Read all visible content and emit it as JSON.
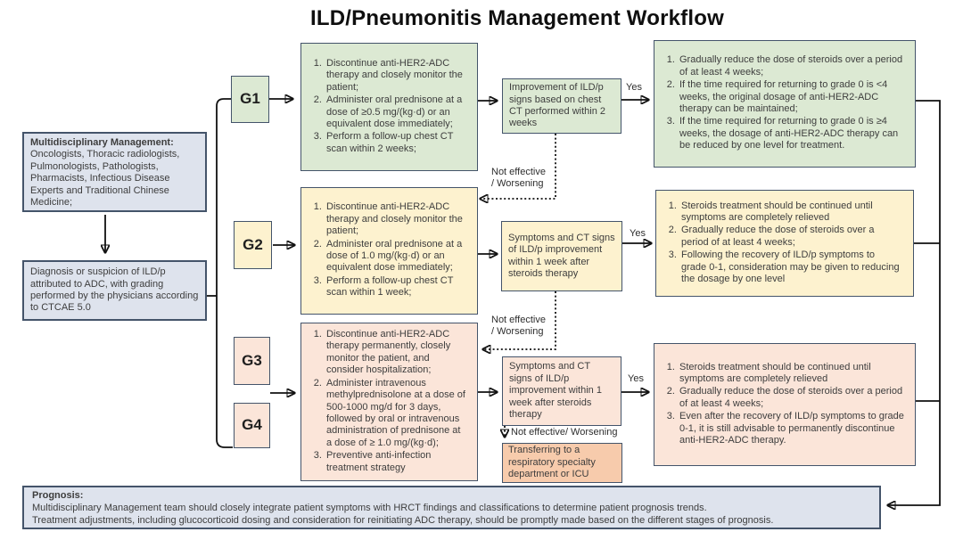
{
  "title": "ILD/Pneumonitis Management Workflow",
  "colors": {
    "grade1_green": "#dce9d3",
    "grade2_yellow": "#fdf2cf",
    "grade34_peach": "#fbe5d9",
    "transfer_orange": "#f7cbac",
    "info_gray": "#dee3ed",
    "box_border": "#44546a",
    "arrow_black": "#111111"
  },
  "left_column": {
    "multidisciplinary": {
      "heading": "Multidisciplinary Management:",
      "body": "Oncologists, Thoracic radiologists, Pulmonologists, Pathologists, Pharmacists, Infectious Disease Experts and Traditional Chinese Medicine;"
    },
    "diagnosis": {
      "text": "Diagnosis or suspicion of ILD/p attributed to ADC, with grading performed by the physicians according to CTCAE 5.0"
    }
  },
  "grade_labels": {
    "g1": "G1",
    "g2": "G2",
    "g3": "G3",
    "g4": "G4"
  },
  "row_g1": {
    "treatment_steps": [
      "Discontinue anti-HER2-ADC therapy and closely monitor the patient;",
      "Administer oral prednisone at a dose of ≥0.5 mg/(kg·d) or an equivalent dose immediately;",
      "Perform a follow-up chest CT scan within 2 weeks;"
    ],
    "assessment": "Improvement of ILD/p signs based on chest CT performed within 2 weeks",
    "yes_label": "Yes",
    "not_effective_line1": "Not effective",
    "not_effective_line2": "/ Worsening",
    "outcome_steps": [
      "Gradually reduce the dose of steroids over a period of at least 4 weeks;",
      "If the time required for returning to grade 0 is <4 weeks, the original dosage of anti-HER2-ADC therapy can be maintained;",
      "If the time required for returning to grade 0 is ≥4 weeks, the dosage of anti-HER2-ADC therapy can be reduced by one level for treatment."
    ]
  },
  "row_g2": {
    "treatment_steps": [
      "Discontinue anti-HER2-ADC therapy and closely monitor the patient;",
      "Administer oral prednisone at a dose of 1.0 mg/(kg·d) or an equivalent dose immediately;",
      "Perform a follow-up chest CT scan within 1 week;"
    ],
    "assessment": "Symptoms and CT signs of ILD/p improvement within 1 week after steroids therapy",
    "yes_label": "Yes",
    "not_effective_line1": "Not effective",
    "not_effective_line2": "/ Worsening",
    "outcome_steps": [
      "Steroids treatment should be continued until symptoms are completely relieved",
      "Gradually reduce the dose of steroids over a period of at least 4 weeks;",
      "Following the recovery of ILD/p symptoms to grade 0-1, consideration may be given to reducing the dosage by one level"
    ]
  },
  "row_g3_g4": {
    "treatment_steps": [
      "Discontinue anti-HER2-ADC therapy permanently, closely monitor the patient, and consider hospitalization;",
      "Administer intravenous methylprednisolone at a dose of 500-1000 mg/d for 3 days, followed by oral or intravenous administration of prednisone at a dose of ≥ 1.0 mg/(kg·d);",
      "Preventive anti-infection treatment strategy"
    ],
    "assessment": "Symptoms and CT signs of ILD/p improvement within 1 week after steroids therapy",
    "yes_label": "Yes",
    "not_effective_label": "Not effective/ Worsening",
    "transfer": "Transferring to a respiratory specialty department or ICU",
    "outcome_steps": [
      "Steroids treatment should be continued until symptoms are completely relieved",
      "Gradually reduce the dose of steroids over a period of at least 4 weeks;",
      "Even after the recovery of ILD/p symptoms to grade 0-1, it is still advisable to permanently discontinue anti-HER2-ADC therapy."
    ]
  },
  "prognosis": {
    "heading": "Prognosis:",
    "line1": "Multidisciplinary Management team should closely integrate patient symptoms with HRCT findings and classifications to determine patient prognosis trends.",
    "line2": "Treatment adjustments, including glucocorticoid dosing and consideration for reinitiating ADC therapy, should be promptly made based on the different stages of prognosis."
  }
}
